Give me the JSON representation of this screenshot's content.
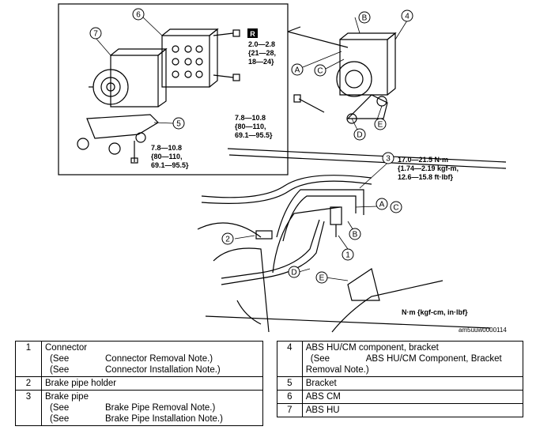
{
  "diagram": {
    "torque_a_badge": "R",
    "torque_a": [
      "2.0—2.8",
      "{21—28,",
      "18—24}"
    ],
    "torque_b": [
      "7.8—10.8",
      "{80—110,",
      "69.1—95.5}"
    ],
    "torque_c": [
      "7.8—10.8",
      "{80—110,",
      "69.1—95.5}"
    ],
    "torque_d": [
      "17.0—21.5 N·m",
      "{1.74—2.19 kgf-m,",
      "12.6—15.8 ft·lbf}"
    ],
    "units": "N·m {kgf-cm, in·lbf}",
    "figure_code": "am5uuw0000114",
    "callouts": {
      "n1": "1",
      "n2": "2",
      "n3": "3",
      "n4": "4",
      "n5": "5",
      "n6": "6",
      "n7": "7",
      "a": "A",
      "b": "B",
      "c": "C",
      "d": "D",
      "e": "E"
    }
  },
  "parts_left": [
    {
      "num": "1",
      "name": "Connector",
      "notes": [
        {
          "see": "(See",
          "text": "Connector Removal Note.)"
        },
        {
          "see": "(See",
          "text": "Connector Installation Note.)"
        }
      ]
    },
    {
      "num": "2",
      "name": "Brake pipe holder",
      "notes": []
    },
    {
      "num": "3",
      "name": "Brake pipe",
      "notes": [
        {
          "see": "(See",
          "text": "Brake Pipe Removal Note.)"
        },
        {
          "see": "(See",
          "text": "Brake Pipe Installation Note.)"
        }
      ]
    }
  ],
  "parts_right": [
    {
      "num": "4",
      "name": "ABS HU/CM component, bracket",
      "see": "(See",
      "note1": "ABS HU/CM Component, Bracket",
      "note2": "Removal Note.)"
    },
    {
      "num": "5",
      "name": "Bracket"
    },
    {
      "num": "6",
      "name": "ABS CM"
    },
    {
      "num": "7",
      "name": "ABS HU"
    }
  ]
}
